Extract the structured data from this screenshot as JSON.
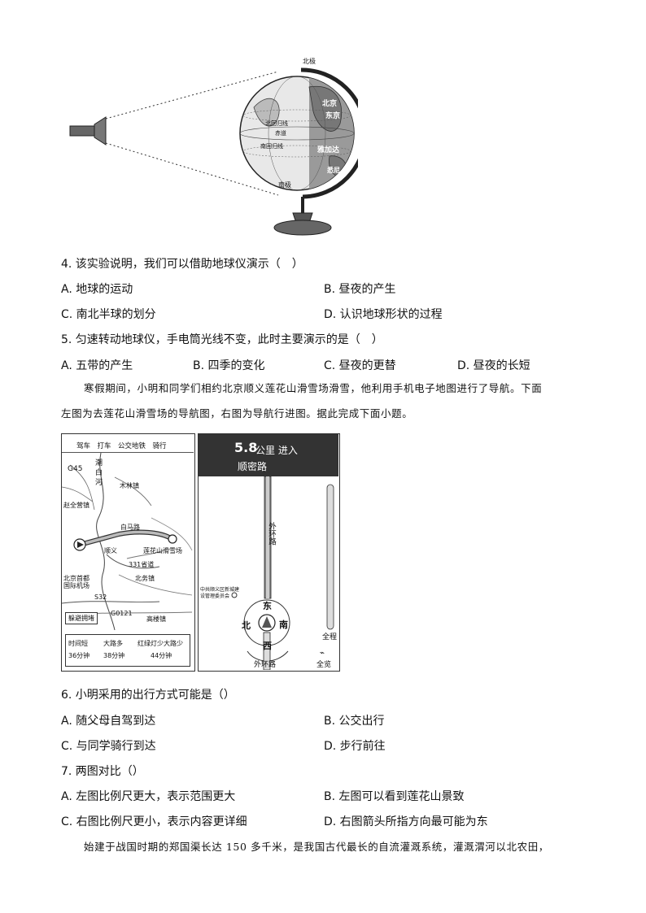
{
  "globe": {
    "labels": {
      "beijing": "北京",
      "dongjing": "东京",
      "yajiada": "雅加达",
      "north_pole": "北极",
      "north_regression": "北回归线",
      "equator": "赤道",
      "south_regression": "南回归线",
      "south_pole": "南极",
      "sydney": "悉尼"
    }
  },
  "q4": {
    "stem": "4. 该实验说明，我们可以借助地球仪演示（　）",
    "a": "A.  地球的运动",
    "b": "B.  昼夜的产生",
    "c": "C.  南北半球的划分",
    "d": "D.  认识地球形状的过程"
  },
  "q5": {
    "stem": "5. 匀速转动地球仪，手电筒光线不变，此时主要演示的是（　）",
    "a": "A.  五带的产生",
    "b": "B.  四季的变化",
    "c": "C.  昼夜的更替",
    "d": "D.  昼夜的长短"
  },
  "passage1": {
    "line1": "寒假期间，小明和同学们相约北京顺义莲花山滑雪场滑雪，他利用手机电子地图进行了导航。下面",
    "line2": "左图为去莲花山滑雪场的导航图，右图为导航行进图。据此完成下面小题。"
  },
  "left_map": {
    "tabs": "驾车　打车　公交地铁　骑行",
    "labels": {
      "g45": "G45",
      "chao": "潮",
      "bai": "白",
      "he": "河",
      "mulin": "木林镇",
      "zhaoquanying": "赵全营镇",
      "baimalu": "白马路",
      "shunyi": "顺义",
      "lianhuashan": "莲花山滑雪场",
      "s331": "331省道",
      "beiwu": "北务镇",
      "airport1": "北京首都",
      "airport2": "国际机场",
      "s32": "S32",
      "g0121": "G0121",
      "gaoli": "高楼镇",
      "avoid": "躲避拥堵"
    },
    "routes": [
      {
        "name": "时间短",
        "time": "36分钟"
      },
      {
        "name": "大路多",
        "time": "38分钟"
      },
      {
        "name": "红绿灯少大路少",
        "time": "44分钟"
      }
    ]
  },
  "right_map": {
    "distance": "5.8",
    "unit_text": "公里 进入",
    "road": "顺密路",
    "outer_ring_v": "外环路",
    "gov": "中共顺义区新城建设管理委员会",
    "dong": "东",
    "nan": "南",
    "bei": "北",
    "xi": "西",
    "outer_ring_bottom": "外环路",
    "quancheng": "全程",
    "quanlan": "全览"
  },
  "q6": {
    "stem": "6. 小明采用的出行方式可能是（）",
    "a": "A.  随父母自驾到达",
    "b": "B.  公交出行",
    "c": "C.  与同学骑行到达",
    "d": "D.  步行前往"
  },
  "q7": {
    "stem": "7. 两图对比（）",
    "a": "A.  左图比例尺更大，表示范围更大",
    "b": "B.  左图可以看到莲花山景致",
    "c": "C.  右图比例尺更小，表示内容更详细",
    "d": "D.  右图箭头所指方向最可能为东"
  },
  "passage2": {
    "line1": "始建于战国时期的郑国渠长达 150 多千米，是我国古代最长的自流灌溉系统，灌溉渭河以北农田，"
  }
}
